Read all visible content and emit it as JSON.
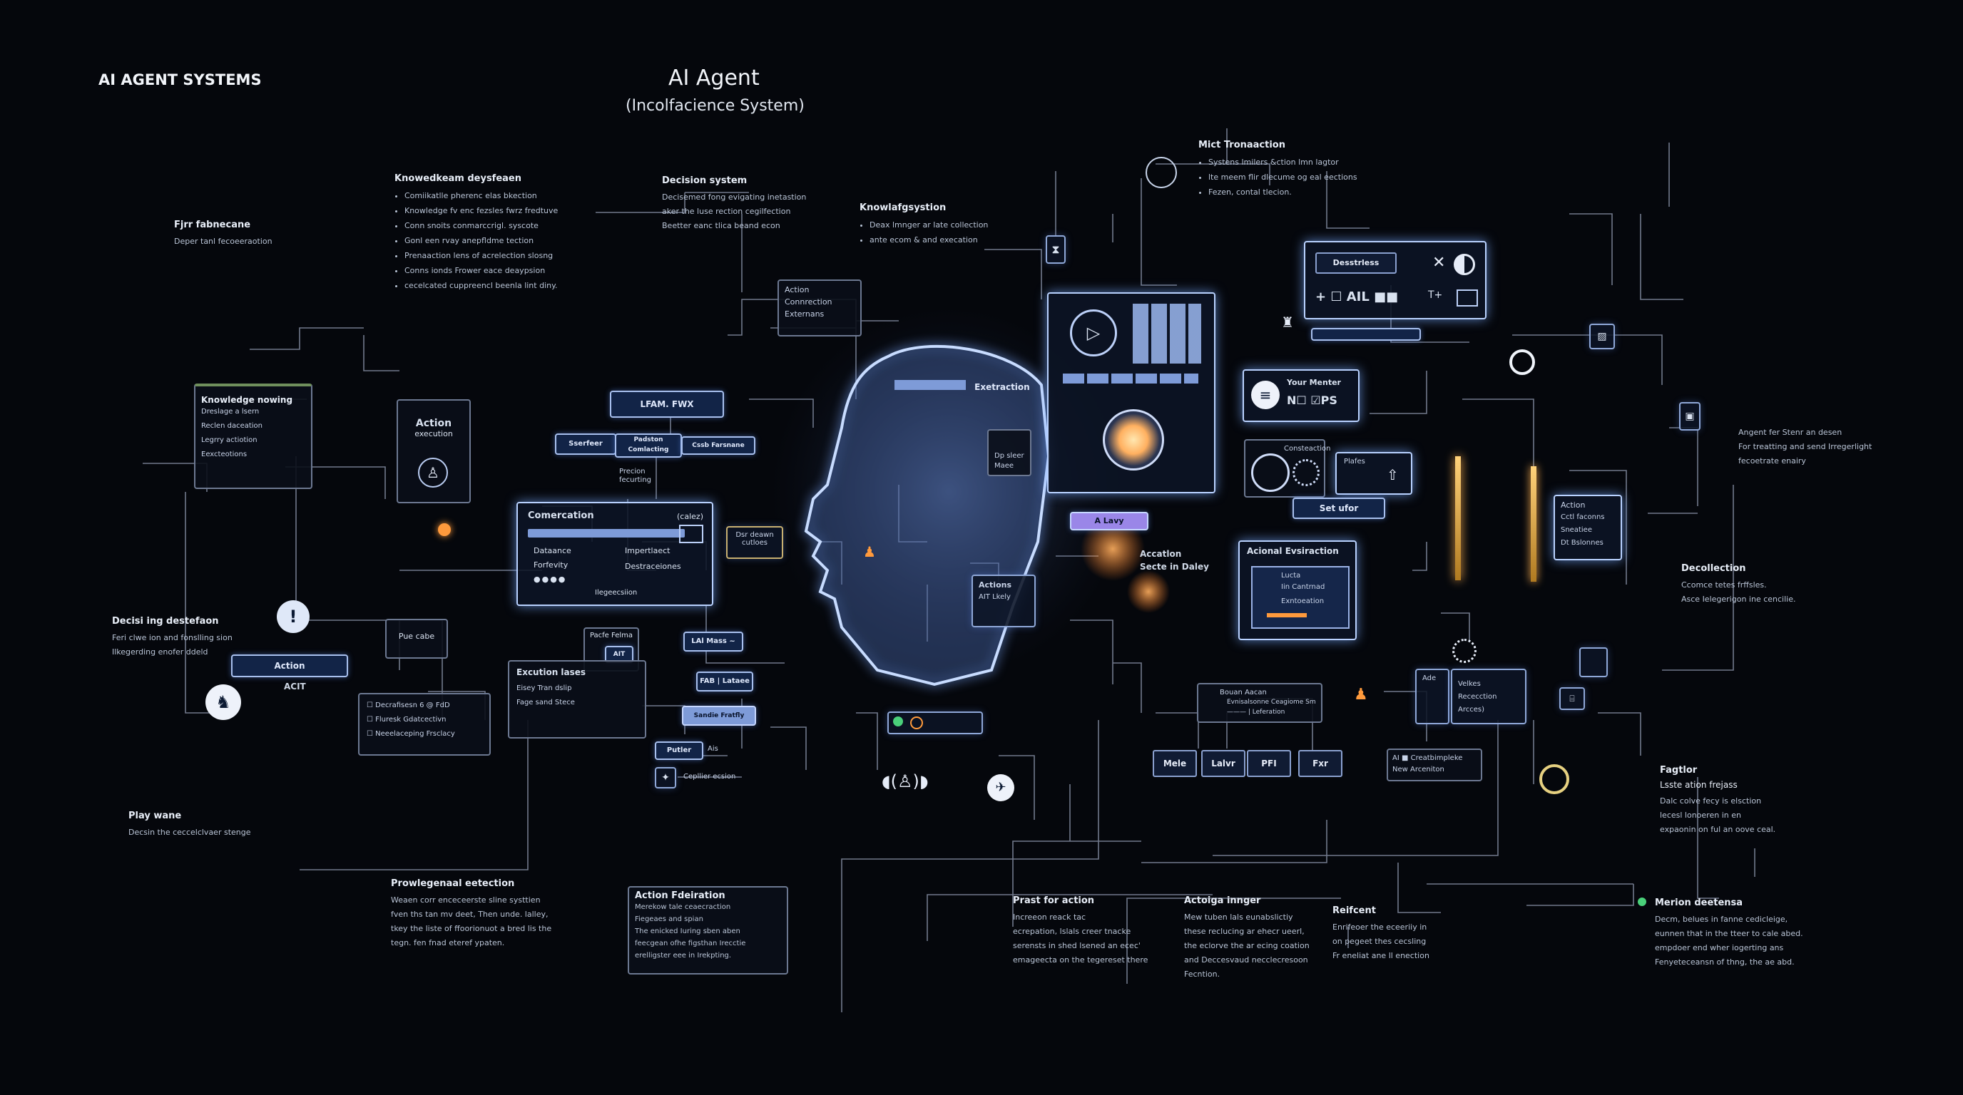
{
  "header": {
    "corner_title": "AI AGENT SYSTEMS",
    "title": "AI Agent",
    "subtitle": "(Incolfacience System)"
  },
  "blocks": {
    "knowledge_top": {
      "heading": "Knowedkeam deysfeaen",
      "items": [
        "Comiikatlle pherenc elas bkection",
        "Knowledge fv enc fezsles fwrz fredtuve",
        "Conn snoits conmarccrigl. syscote",
        "Gonl een rvay anepfldme tection",
        "Prenaaction lens of acrelection slosng",
        "Conns ionds Frower eace deaypsion",
        "cecelcated cuppreencl beenla lint diny."
      ]
    },
    "fjrr": {
      "heading": "Fjrr fabnecane",
      "lines": [
        "Deper tanl fecoeeraotion"
      ]
    },
    "decision_top": {
      "heading": "Decision system",
      "lines": [
        "Decisemed fong evigating inetastion",
        "aker the luse rection cegilfection",
        "Beetter eanc tlica beand econ"
      ]
    },
    "knowlag": {
      "heading": "Knowlafgsystion",
      "items": [
        "Deax lmnger ar late collection",
        "ante ecom & and execation"
      ]
    },
    "mict": {
      "heading": "Mict Tronaaction",
      "items": [
        "Systens lmilers &ction lmn lagtor",
        "lte meem flir dlecume og eal eections",
        "Fezen, contal tlecion."
      ]
    },
    "agent_right": {
      "heading": "Angent fer Stenr an desen",
      "lines": [
        "For treatting and send Irregerlight",
        "fecoetrate enairy"
      ]
    },
    "decollection": {
      "heading": "Decollection",
      "lines": [
        "Ccomce tetes frffsles.",
        "Asce Ielegerigon ine cencilie."
      ]
    },
    "decisiong": {
      "heading": "Decisi ing destefaon",
      "lines": [
        "Feri clwe ion and fonslling sion",
        "Ilkegerding enofer ddeld"
      ]
    },
    "play": {
      "heading": "Play wane",
      "lines": [
        "Decsin the ceccelclvaer stenge"
      ]
    },
    "provlegensal": {
      "heading": "Prowlegenaal eetection",
      "lines": [
        "Weaen corr enceceerste sline systtien",
        "fven ths tan mv deet, Then unde. lalley,",
        "tkey the liste of ffoorionuot a bred lis the",
        "tegn. fen fnad eteref ypaten."
      ]
    },
    "action_fdeiration": {
      "heading": "Action Fdeiration",
      "lines": [
        "Merekow tale ceaecraction",
        "Fiegeaes and spian",
        "The enicked Iuring sben aben",
        "feecgean ofhe figsthan Irecctie",
        "erelligster eee in Irekpting."
      ]
    },
    "prast": {
      "heading": "Prast for action",
      "lines": [
        "Increeon reack tac",
        "ecrepation, lslals creer tnacke",
        "serensts in shed lsened an ecec'",
        "emageecta on the tegereset there"
      ]
    },
    "actoiga": {
      "heading": "Actoiga innger",
      "lines": [
        "Mew tuben lals eunabslictiy",
        "these reclucing ar ehecr ueerl,",
        "the eclorve the ar ecing coation",
        "and Deccesvaud necclecresoon",
        "Fecntion."
      ]
    },
    "reifent": {
      "heading": "Reifcent",
      "lines": [
        "Enrifeoer the eceeriiy in",
        "on pegeet thes cecsling",
        "Fr eneliat ane ll enection"
      ]
    },
    "merion": {
      "heading": "Merion deetensa",
      "lines": [
        "Decm, belues in fanne cedicleige,",
        "eunnen that in the tteer to cale abed.",
        "empdoer end wher iogerting ans",
        "Fenyeteceansn of thng, the ae abd."
      ]
    },
    "fagtor": {
      "heading": "Fagtlor",
      "sub": "Lsste ation frejass",
      "lines": [
        "Dalc colve fecy is elsction",
        "lecesl lonoeren in en",
        "expaonin on ful an oove ceal."
      ]
    }
  },
  "boxes": {
    "knowledge_nowing": {
      "heading": "Knowledge nowing",
      "lines": [
        "Dreslage a lsern",
        "Reclen daceation",
        "Legrry actiotion",
        "Eexcteotions"
      ]
    },
    "action_execution": {
      "heading": "Action",
      "sub": "execution"
    },
    "action_connection": {
      "lines": [
        "Action",
        "Connrection",
        "Externans"
      ]
    },
    "lfam": "LFAM. FWX",
    "small_row": [
      "Sserfeer",
      "Padston Comlacting",
      "Cssb Farsnane"
    ],
    "precision": [
      "Precion",
      "fecurting"
    ],
    "comerction": {
      "heading": "Comercation",
      "tag": "(calez)",
      "left": [
        "Dataance",
        "Forfevity"
      ],
      "right": [
        "Impertlaect",
        "Destraceiones"
      ],
      "foot": "Ilegeecsiion"
    },
    "dedawn": [
      "Dsr deawn",
      "cutloes"
    ],
    "pue_cabe": "Pue cabe",
    "pacfe": "Pacfe Felma",
    "lal_mass": "LAl Mass ~",
    "execution_lases": {
      "heading": "Excution lases",
      "items": [
        "Eisey Tran dslip",
        "Fage sand Stece"
      ]
    },
    "fab_lataee": "FAB | Lataee",
    "sandie": "Sandie Fratfly",
    "action_btn": "Action",
    "acit": "ACIT",
    "decrafiseen": [
      "Decrafisesn 6 @ FdD",
      "Fluresk Gdatcectivn",
      "Neeelaceping Frsclacy"
    ],
    "putler": "Putler",
    "ais": "Ais",
    "caplier": "Cepllier ecsion",
    "exetraction": "Exetraction",
    "your_mentor": {
      "heading": "Your Menter",
      "value": "N☐ ☑PS"
    },
    "desstrless": "Desstrless",
    "ail": "+ ☐ AIL ■■",
    "t_plus": "T+",
    "x_mark": "✕",
    "constection": "Consteaction",
    "plates": "Plafes",
    "set_ufor": "Set ufor",
    "a_lavy": "A Lavy",
    "accatlon": [
      "Accatlon",
      "Secte in Daley"
    ],
    "actions_mid": [
      "Actions",
      "AIT Lkely"
    ],
    "dp_sleer": [
      "Dp sleer",
      "Maee"
    ],
    "acional": {
      "heading": "Acional Evsiraction",
      "lines": [
        "Lucta",
        "Iin Cantrnad",
        "Exntoeation"
      ]
    },
    "action_right": [
      "Action",
      "Cctl faconns",
      "Sneatiee",
      "Dt Bslonnes"
    ],
    "bouan": [
      "Bouan Aacan",
      "Evnisalsonne Ceagiome Sm",
      "——— | Leferation"
    ],
    "bottom_btns": [
      "Mele",
      "Lalvr",
      "PFI",
      "Fxr"
    ],
    "ai_box": [
      "AI ■ Creatbimpleke",
      "New Arceniton"
    ],
    "ade_box": [
      "Ade",
      "Velkes",
      "Rececction",
      "Arcces)"
    ]
  },
  "colors": {
    "bg": "#05070c",
    "wire": "#8d96a8",
    "accent": "#a8c0ee",
    "glow": "#b9d2ff",
    "orange": "#ff9a3c",
    "green": "#4ad07a"
  }
}
